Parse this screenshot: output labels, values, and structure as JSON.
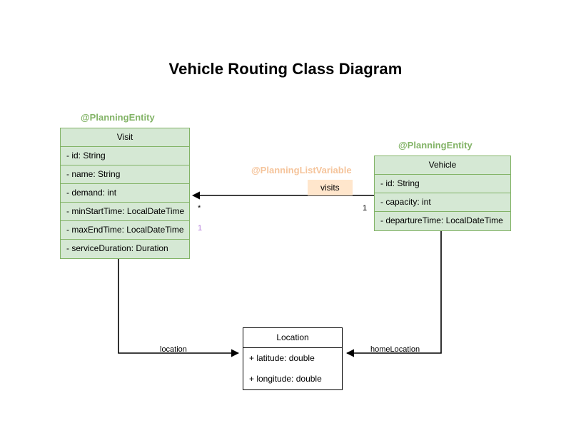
{
  "title": "Vehicle Routing Class Diagram",
  "classes": {
    "visit": {
      "name": "Visit",
      "annotation": "@PlanningEntity",
      "attributes": [
        "- id: String",
        "- name: String",
        "- demand: int",
        "- minStartTime: LocalDateTime",
        "- maxEndTime: LocalDateTime",
        "- serviceDuration: Duration"
      ]
    },
    "vehicle": {
      "name": "Vehicle",
      "annotation": "@PlanningEntity",
      "attributes": [
        "- id: String",
        "- capacity: int",
        "- departureTime: LocalDateTime"
      ]
    },
    "location": {
      "name": "Location",
      "annotation": "",
      "attributes": [
        "+ latitude: double",
        "+ longitude: double"
      ]
    }
  },
  "relations": {
    "visits": {
      "label": "visits",
      "annotation": "@PlanningListVariable",
      "source_multiplicity": "1",
      "target_multiplicity": "*",
      "extra_multiplicity": "1"
    },
    "location": {
      "label": "location"
    },
    "home_location": {
      "label": "homeLocation"
    }
  },
  "colors": {
    "entity_fill": "#d5e8d4",
    "entity_stroke": "#82b366",
    "annotation_green": "#82b366",
    "annotation_orange": "#f5c49b",
    "label_fill": "#ffe6cc",
    "edge_stroke": "#000000",
    "multiplicity_lavender": "#b57edc"
  }
}
